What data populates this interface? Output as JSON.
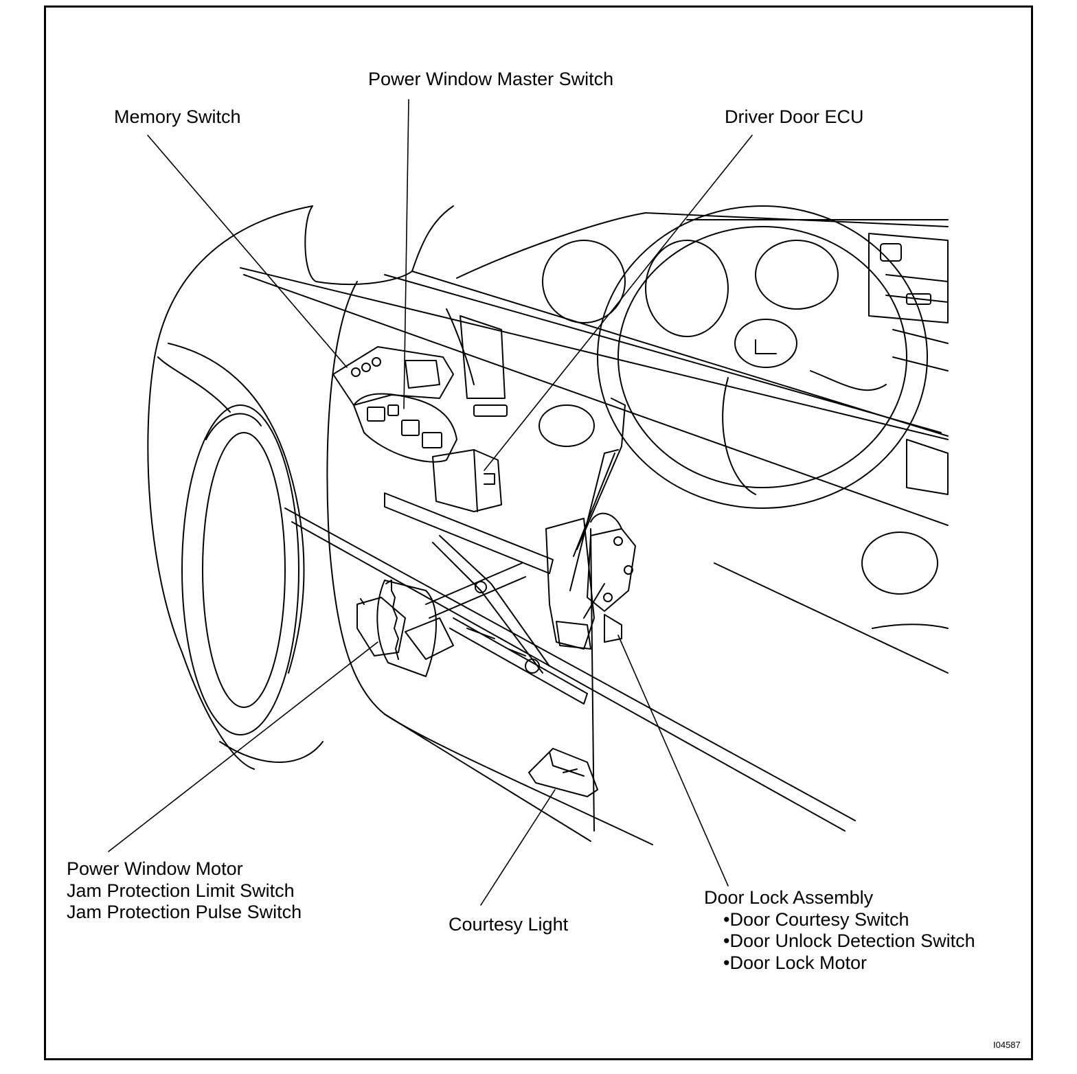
{
  "labels": {
    "power_window_master_switch": "Power Window Master Switch",
    "memory_switch": "Memory Switch",
    "driver_door_ecu": "Driver Door ECU",
    "power_window_motor": "Power Window Motor",
    "jam_limit_switch": "Jam Protection Limit Switch",
    "jam_pulse_switch": "Jam Protection Pulse Switch",
    "courtesy_light": "Courtesy Light",
    "door_lock_assembly": "Door Lock Assembly",
    "door_courtesy_switch": "•Door Courtesy Switch",
    "door_unlock_detection_switch": "•Door Unlock Detection Switch",
    "door_lock_motor": "•Door Lock Motor"
  },
  "figure_id": "I04587"
}
